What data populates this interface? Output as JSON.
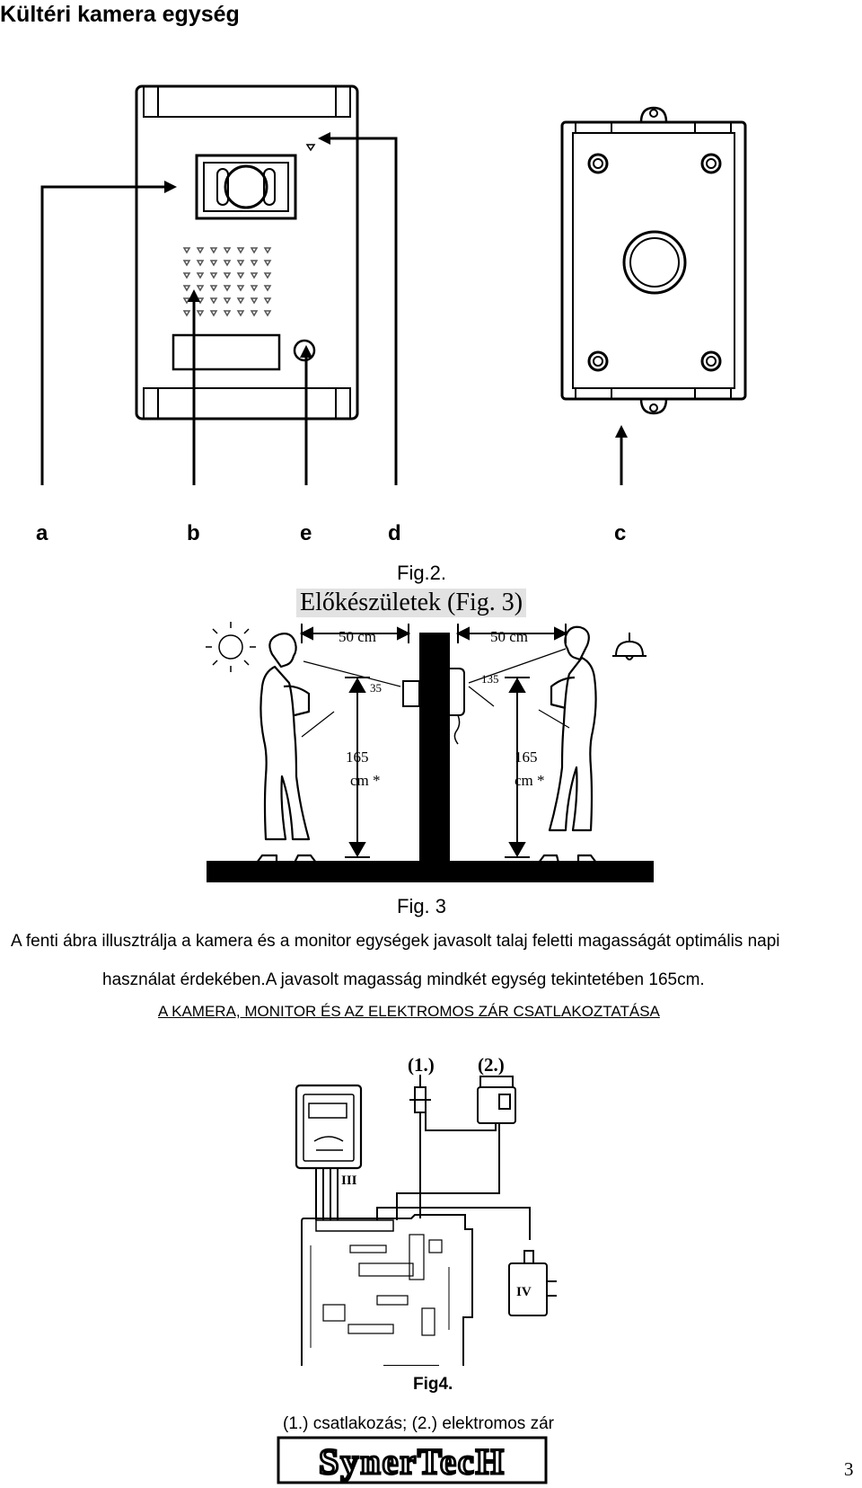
{
  "header": {
    "title": "Kültéri kamera egység"
  },
  "fig2": {
    "labels": {
      "a": "a",
      "b": "b",
      "e": "e",
      "d": "d",
      "c": "c"
    },
    "caption": "Fig.2."
  },
  "fig3": {
    "section_title": "Előkészületek (Fig. 3)",
    "distance_left": "50 cm",
    "distance_right": "50 cm",
    "angle_left": "35",
    "angle_right": "135",
    "height_left": "165",
    "height_left_unit": "cm *",
    "height_right": "165",
    "height_right_unit": "cm *",
    "caption": "Fig. 3"
  },
  "description": {
    "line1": "A fenti ábra illusztrálja a kamera és a monitor egységek javasolt talaj feletti magasságát optimális napi",
    "line2": "használat érdekében.A javasolt magasság mindkét egység tekintetében 165cm."
  },
  "connection": {
    "heading": "A KAMERA, MONITOR ÉS AZ ELEKTROMOS ZÁR CSATLAKOZTATÁSA",
    "label1": "(1.)",
    "label2": "(2.)",
    "label_iii": "III",
    "label_iv": "IV",
    "caption": "Fig4.",
    "legend": "(1.) csatlakozás; (2.) elektromos zár"
  },
  "footer": {
    "logo": "SynerTecH",
    "page_number": "3"
  }
}
